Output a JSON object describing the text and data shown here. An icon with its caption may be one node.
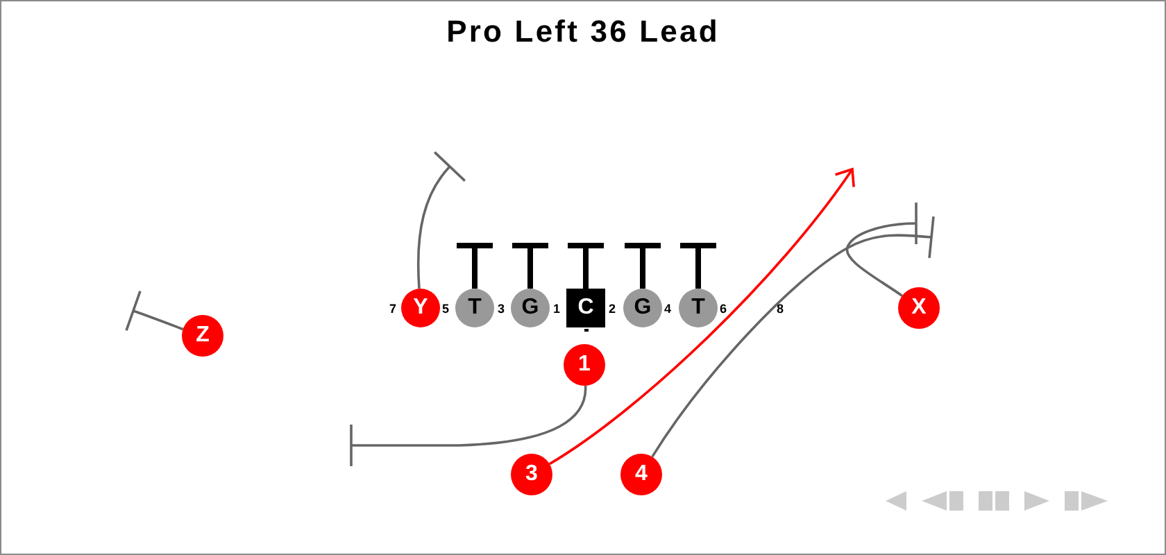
{
  "diagram": {
    "title": "Pro Left 36 Lead",
    "nodes": [
      {
        "text": [
          "Z"
        ]
      },
      {
        "text": [
          "Y"
        ]
      },
      {
        "text": [
          "T"
        ]
      },
      {
        "text": [
          "G"
        ]
      },
      {
        "text": [
          "C"
        ]
      },
      {
        "text": [
          "G"
        ]
      },
      {
        "text": [
          "T"
        ]
      },
      {
        "text": [
          "X"
        ]
      },
      {
        "text": [
          "1"
        ]
      },
      {
        "text": [
          "3"
        ]
      },
      {
        "text": [
          "4"
        ]
      }
    ],
    "edges": [
      {
        "from": 0,
        "to": null,
        "arrow": "other"
      },
      {
        "from": 1,
        "to": null,
        "arrow": "other"
      },
      {
        "from": 2,
        "to": null,
        "arrow": "other",
        "style": "thick",
        "color": "#000000"
      },
      {
        "from": 3,
        "to": null,
        "arrow": "other",
        "style": "thick",
        "color": "#000000"
      },
      {
        "from": 4,
        "to": null,
        "arrow": "other",
        "style": "thick",
        "color": "#000000"
      },
      {
        "from": 5,
        "to": null,
        "arrow": "other",
        "style": "thick",
        "color": "#000000"
      },
      {
        "from": 6,
        "to": null,
        "arrow": "other",
        "style": "thick",
        "color": "#000000"
      },
      {
        "from": 7,
        "to": null,
        "arrow": "other"
      },
      {
        "from": 8,
        "to": null,
        "arrow": "other"
      },
      {
        "from": 9,
        "to": null,
        "arrow": "to",
        "color": "#ff0000"
      },
      {
        "from": 10,
        "to": null,
        "arrow": "other"
      }
    ],
    "labels": [
      "7",
      "5",
      "3",
      "1",
      "2",
      "4",
      "6",
      "8"
    ]
  }
}
